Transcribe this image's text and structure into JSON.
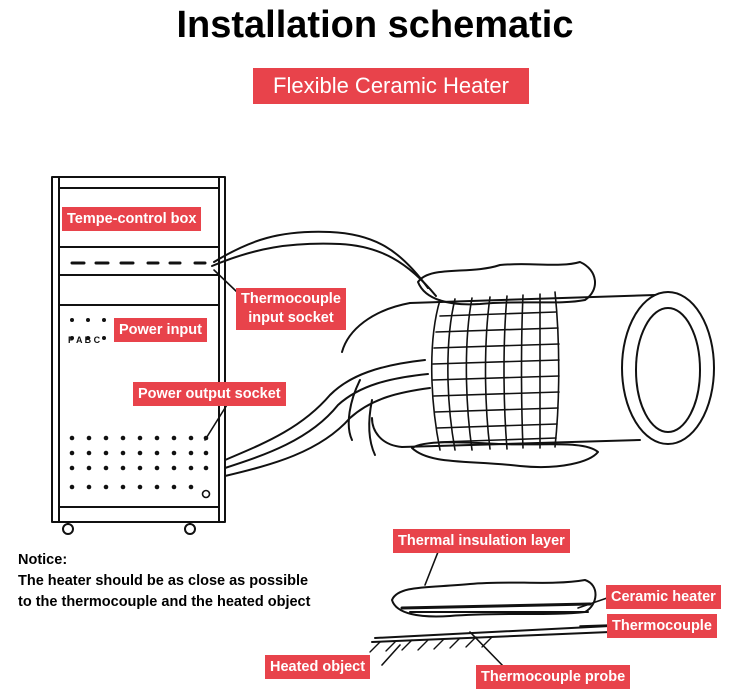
{
  "title": "Installation schematic",
  "subtitle": "Flexible Ceramic Heater",
  "labels": {
    "control_box": "Tempe-control box",
    "thermocouple_input_line1": "Thermocouple",
    "thermocouple_input_line2": "input socket",
    "power_input": "Power input",
    "power_output": "Power output socket",
    "insulation_layer": "Thermal insulation layer",
    "ceramic_heater": "Ceramic heater",
    "thermocouple": "Thermocouple",
    "heated_object": "Heated object",
    "thermocouple_probe": "Thermocouple probe"
  },
  "panel_letters": "P A B C",
  "notice": {
    "heading": "Notice:",
    "line1": "The heater should be as close as possible",
    "line2": "to the thermocouple and the heated object"
  },
  "colors": {
    "accent": "#e8434b",
    "line": "#111111"
  }
}
